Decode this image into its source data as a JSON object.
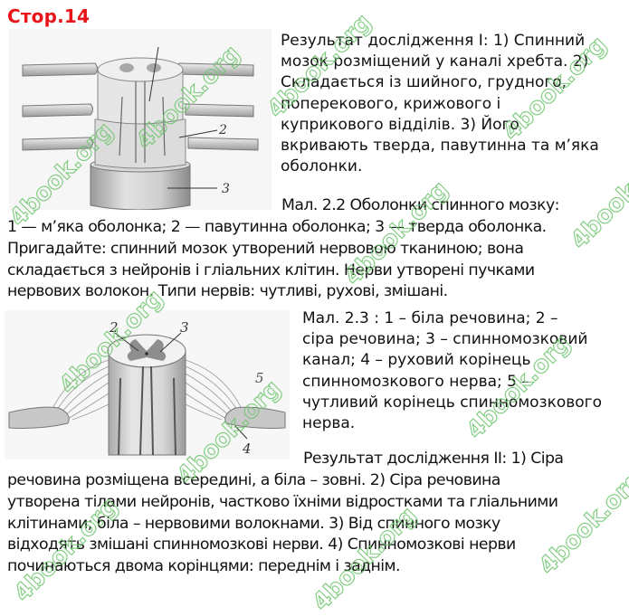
{
  "page": {
    "title": "Стор.14",
    "title_color": "#e8161b"
  },
  "figure_1": {
    "name": "Мал. 2.2",
    "labels": [
      "2",
      "3"
    ]
  },
  "research_1": {
    "lines": [
      "Результат дослідження I: 1) Спинний",
      "мозок розміщений у каналі хребта. 2)",
      "Складається із шийного, грудного,",
      "поперекового, крижового і",
      "куприкового відділів. 3) Його",
      "вкривають тверда, павутинна та м’яка",
      "оболонки."
    ]
  },
  "caption_2_2": {
    "lines": [
      "Мал. 2.2 Оболонки спинного мозку:",
      "1 — м’яка оболонка; 2 — павутинна оболонка; 3 — тверда оболонка.",
      "Пригадайте: спинний мозок утворений нервовою тканиною; вона",
      "складається з нейронів і гліальних клітин. Нерви утворені пучками",
      "нервових волокон. Типи нервів: чутливі, рухові, змішані."
    ]
  },
  "figure_2": {
    "name": "Мал. 2.3",
    "labels": [
      "2",
      "3",
      "4",
      "5"
    ]
  },
  "caption_2_3": {
    "lines": [
      "Мал. 2.3 : 1 – біла речовина; 2 –",
      "сіра речовина; 3 – спинномозковий",
      "канал; 4 – руховий корінець",
      "спинномозкового нерва; 5 –",
      "чутливий корінець спинномозкового",
      "нерва."
    ]
  },
  "research_2": {
    "lines": [
      "Результат дослідження II: 1) Сіра",
      "речовина розміщена всередині, а біла – зовні. 2) Сіра речовина",
      "утворена тілами нейронів, частково їхніми відростками та гліальними",
      "клітинами; біла – нервовими волокнами. 3) Від спинного мозку",
      "відходять змішані спинномозкові нерви. 4) Спинномозкові нерви",
      "починаються двома корінцями: переднім і заднім."
    ]
  },
  "watermark": {
    "text": "4book.org",
    "color": "#6fc66f"
  }
}
